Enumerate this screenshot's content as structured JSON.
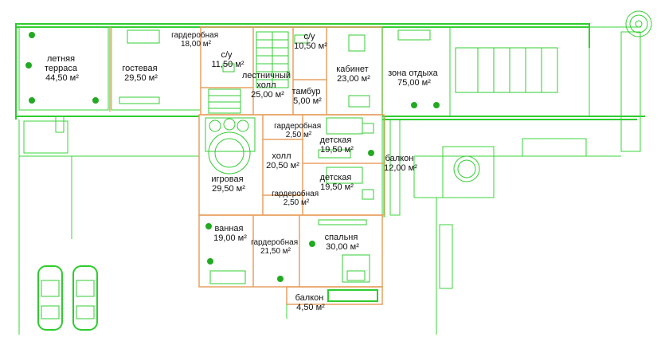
{
  "colors": {
    "wall": "#2ecc2e",
    "wall_accent": "#e8a060",
    "text": "#111111",
    "background": "#ffffff"
  },
  "rooms": [
    {
      "id": "summer-terrace",
      "lines": [
        "летняя",
        "терраса",
        "44,50 м²"
      ]
    },
    {
      "id": "guest",
      "lines": [
        "гостевая",
        "29,50 м²"
      ]
    },
    {
      "id": "wardrobe-top",
      "lines": [
        "гардеробная",
        "18,00 м²"
      ]
    },
    {
      "id": "wc-left",
      "lines": [
        "с/у",
        "11,50 м²"
      ]
    },
    {
      "id": "stair-hall",
      "lines": [
        "лестничный",
        "холл",
        "25,00 м²"
      ]
    },
    {
      "id": "wc-right",
      "lines": [
        "с/у",
        "10,50 м²"
      ]
    },
    {
      "id": "vestibule",
      "lines": [
        "тамбур",
        "5,00 м²"
      ]
    },
    {
      "id": "study",
      "lines": [
        "кабинет",
        "23,00 м²"
      ]
    },
    {
      "id": "lounge",
      "lines": [
        "зона отдыха",
        "75,00 м²"
      ]
    },
    {
      "id": "wardrobe-mid",
      "lines": [
        "гардеробная",
        "2,50 м²"
      ]
    },
    {
      "id": "kids-1",
      "lines": [
        "детская",
        "19,50 м²"
      ]
    },
    {
      "id": "hall",
      "lines": [
        "холл",
        "20,50 м²"
      ]
    },
    {
      "id": "balcony-right",
      "lines": [
        "балкон",
        "12,00 м²"
      ]
    },
    {
      "id": "playroom",
      "lines": [
        "игровая",
        "29,50 м²"
      ]
    },
    {
      "id": "kids-2",
      "lines": [
        "детская",
        "19,50 м²"
      ]
    },
    {
      "id": "wardrobe-low",
      "lines": [
        "гардеробная",
        "2,50 м²"
      ]
    },
    {
      "id": "bathroom",
      "lines": [
        "ванная",
        "19,00 м²"
      ]
    },
    {
      "id": "wardrobe-bed",
      "lines": [
        "гардеробная",
        "21,50 м²"
      ]
    },
    {
      "id": "bedroom",
      "lines": [
        "спальня",
        "30,00 м²"
      ]
    },
    {
      "id": "balcony-bottom",
      "lines": [
        "балкон",
        "4,50 м²"
      ]
    }
  ]
}
